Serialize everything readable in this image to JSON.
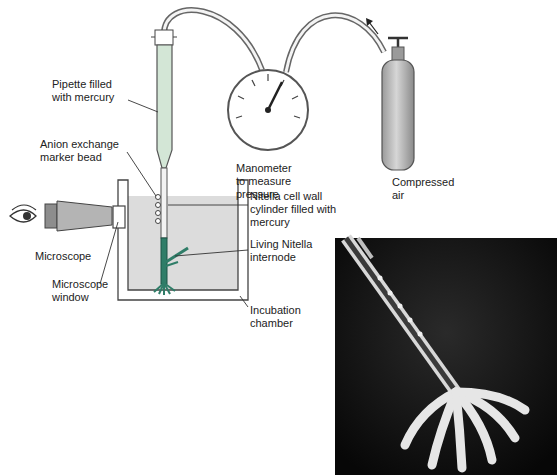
{
  "diagram": {
    "labels": [
      "Pipette filled with mercury",
      "Anion exchange marker bead",
      "Microscope",
      "Microscope window",
      "Nitella cell wall cylinder filled with mercury",
      "Living Nitella internode",
      "Incubation chamber",
      "Manometer to measure pressure",
      "Compressed air"
    ]
  }
}
